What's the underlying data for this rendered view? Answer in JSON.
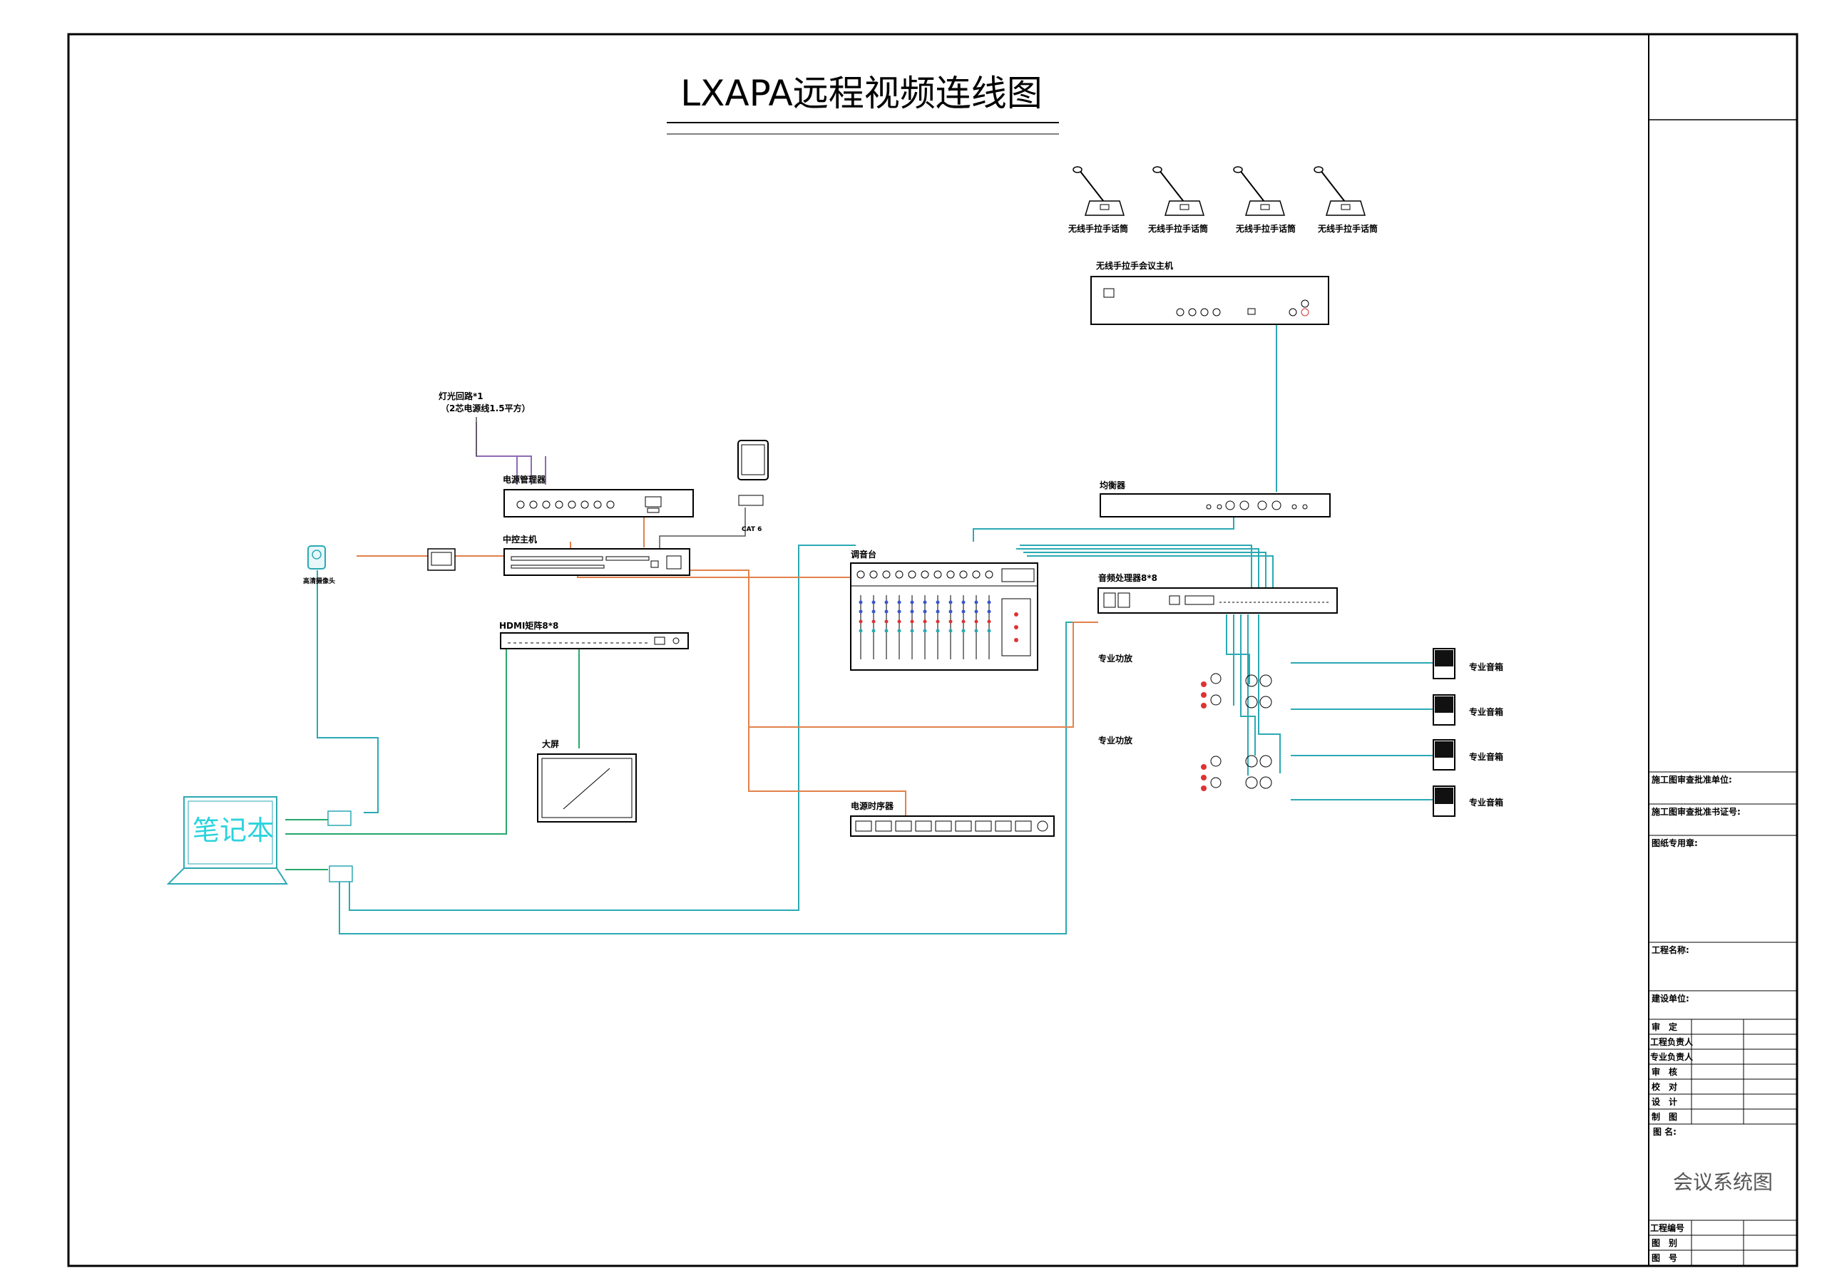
{
  "title": "LXAPA远程视频连线图",
  "mics": [
    "无线手拉手话筒",
    "无线手拉手话筒",
    "无线手拉手话筒",
    "无线手拉手话筒"
  ],
  "conference_host": "无线手拉手会议主机",
  "lighting": {
    "label": "灯光回路*1",
    "sub": "（2芯电源线1.5平方）"
  },
  "power_manager": "电源管理器",
  "central_control": "中控主机",
  "ipad_cable": "CAT 6",
  "equalizer": "均衡器",
  "mixer": "调音台",
  "audio_processor": "音频处理器8*8",
  "hdmi_matrix": "HDMI矩阵8*8",
  "camera": "高清摄像头",
  "big_screen": "大屏",
  "laptop": "笔记本",
  "power_sequencer": "电源时序器",
  "amplifiers": [
    "专业功放",
    "专业功放"
  ],
  "speakers": [
    "专业音箱",
    "专业音箱",
    "专业音箱",
    "专业音箱"
  ],
  "title_block": {
    "approval_unit": "施工图审查批准单位:",
    "approval_cert": "施工图审查批准书证号:",
    "drawing_seal": "图纸专用章:",
    "project_name": "工程名称:",
    "client": "建设单位:",
    "roles": [
      "审　定",
      "工程负责人",
      "专业负责人",
      "审　核",
      "校　对",
      "设　计",
      "制　图"
    ],
    "drawing_name_label": "图 名:",
    "drawing_name": "会议系统图",
    "bottom_rows": [
      "工程编号",
      "图　别",
      "图　号"
    ]
  }
}
